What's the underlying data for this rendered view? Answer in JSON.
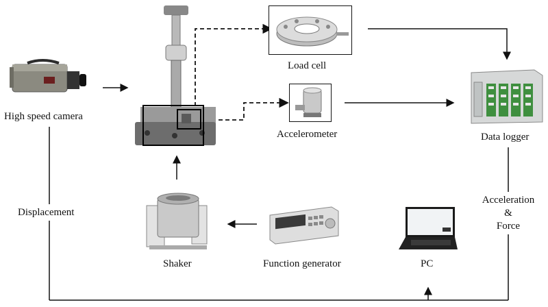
{
  "labels": {
    "camera": "High speed camera",
    "load_cell": "Load cell",
    "accelerometer": "Accelerometer",
    "data_logger": "Data logger",
    "shaker": "Shaker",
    "function_generator": "Function generator",
    "pc": "PC",
    "displacement": "Displacement",
    "acceleration": "Acceleration",
    "ampersand": "&",
    "force": "Force"
  },
  "icons": {
    "camera": "high-speed-camera-icon",
    "test_rig": "test-rig-icon",
    "load_cell": "load-cell-icon",
    "accelerometer": "accelerometer-icon",
    "data_logger": "data-logger-icon",
    "shaker": "shaker-icon",
    "function_generator": "function-generator-icon",
    "pc": "laptop-icon"
  }
}
